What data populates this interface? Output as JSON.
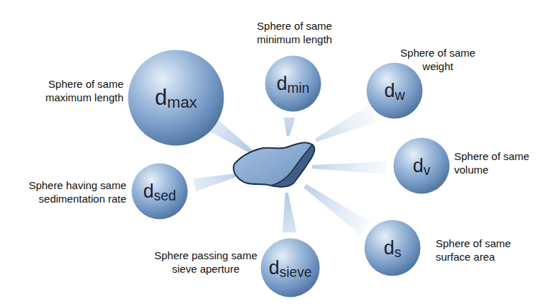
{
  "diagram": {
    "nodes": [
      {
        "text": [
          "dmax",
          "Sphere of same maximum length"
        ]
      },
      {
        "text": [
          "dmin",
          "Sphere of same minimum length"
        ]
      },
      {
        "text": [
          "dw",
          "Sphere of same weight"
        ]
      },
      {
        "text": [
          "dv",
          "Sphere of same volume"
        ]
      },
      {
        "text": [
          "dsed",
          "Sphere having same sedimentation rate"
        ]
      },
      {
        "text": [
          "ds",
          "Sphere of same surface area"
        ]
      },
      {
        "text": [
          "dsieve",
          "Sphere passing same sieve aperture"
        ]
      }
    ]
  }
}
